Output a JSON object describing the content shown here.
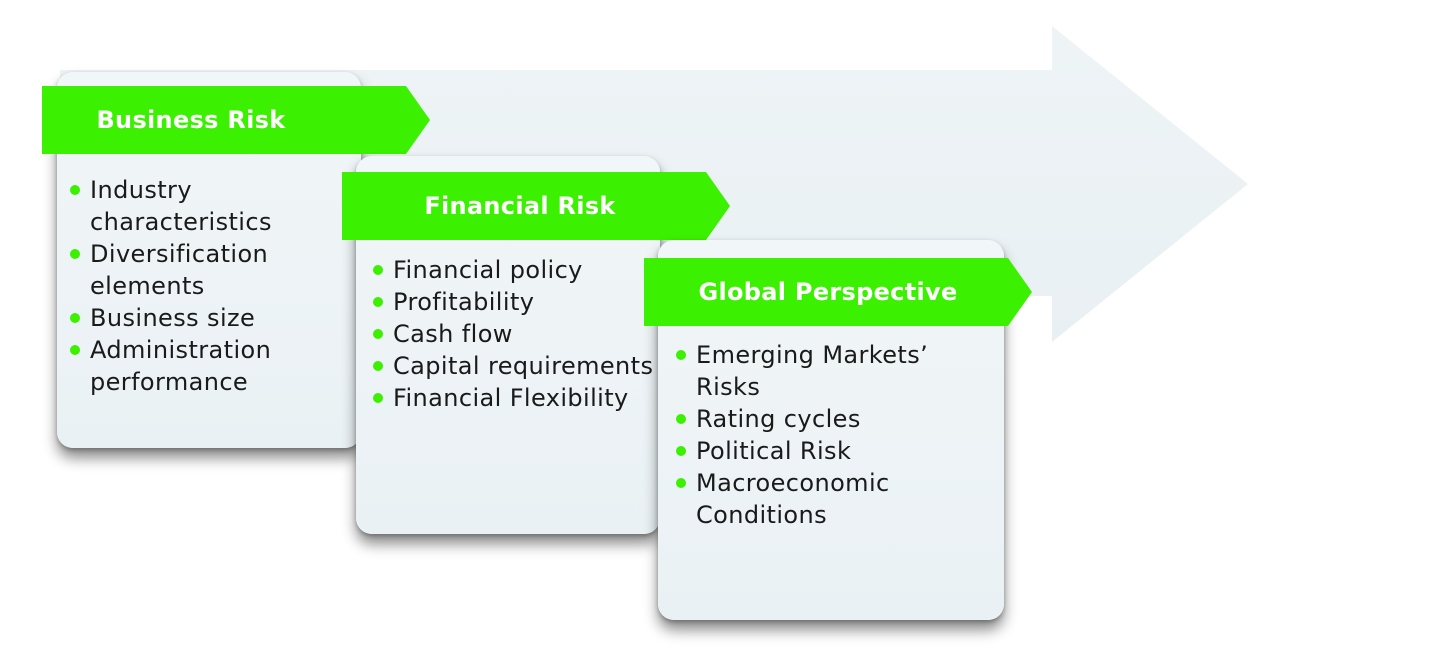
{
  "stages": [
    {
      "title": "Business Risk",
      "items": [
        "Industry characteristics",
        "Diversification elements",
        "Business size",
        "Administration performance"
      ]
    },
    {
      "title": "Financial Risk",
      "items": [
        "Financial policy",
        "Profitability",
        "Cash flow",
        "Capital requirements",
        "Financial Flexibility"
      ]
    },
    {
      "title": "Global Perspective",
      "items": [
        "Emerging Markets’ Risks",
        "Rating cycles",
        "Political Risk",
        "Macroeconomic Conditions"
      ]
    }
  ],
  "colors": {
    "accent": "#3bf000",
    "banner_text": "#ffffff",
    "card_bg": "#eef4f6",
    "arrow_bg": "#edf3f5",
    "text": "#1a1a1a"
  }
}
